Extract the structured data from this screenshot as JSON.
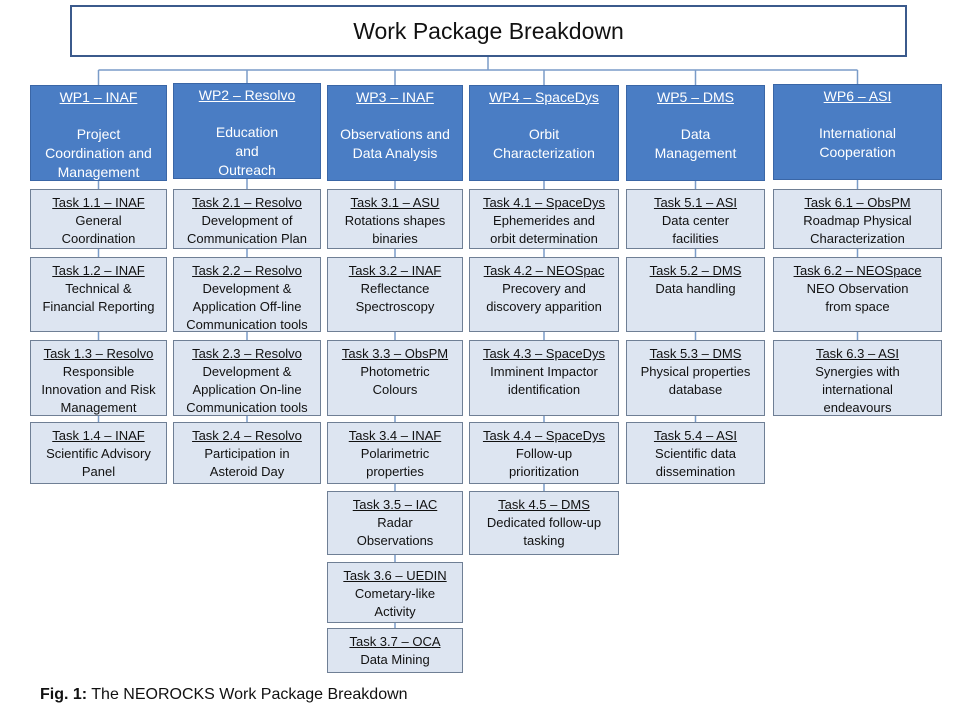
{
  "title": "Work Package Breakdown",
  "caption": {
    "label": "Fig. 1:",
    "text": "The NEOROCKS Work Package Breakdown"
  },
  "colors": {
    "wp_fill": "#4a7dc4",
    "task_fill": "#dde5f1",
    "connector": "#7a9cc8"
  },
  "work_packages": [
    {
      "code": "WP1 – INAF",
      "name": "Project\nCoordination and\nManagement",
      "tasks": [
        {
          "code": "Task 1.1 – INAF",
          "desc": "General\nCoordination"
        },
        {
          "code": "Task 1.2 – INAF",
          "desc": "Technical &\nFinancial Reporting"
        },
        {
          "code": "Task 1.3 – Resolvo",
          "desc": "Responsible\nInnovation and Risk\nManagement"
        },
        {
          "code": "Task 1.4 – INAF",
          "desc": "Scientific Advisory\nPanel"
        }
      ]
    },
    {
      "code": "WP2 – Resolvo",
      "name": "Education\nand\nOutreach",
      "tasks": [
        {
          "code": "Task 2.1 – Resolvo",
          "desc": "Development of\nCommunication Plan"
        },
        {
          "code": "Task 2.2 – Resolvo",
          "desc": "Development &\nApplication Off-line\nCommunication tools"
        },
        {
          "code": "Task 2.3 – Resolvo",
          "desc": "Development &\nApplication On-line\nCommunication tools"
        },
        {
          "code": "Task 2.4 – Resolvo",
          "desc": "Participation in\nAsteroid Day"
        }
      ]
    },
    {
      "code": "WP3 – INAF",
      "name": "Observations and\nData Analysis",
      "tasks": [
        {
          "code": "Task 3.1 – ASU",
          "desc": "Rotations shapes\nbinaries"
        },
        {
          "code": "Task 3.2 – INAF",
          "desc": "Reflectance\nSpectroscopy"
        },
        {
          "code": "Task 3.3 – ObsPM",
          "desc": "Photometric\nColours"
        },
        {
          "code": "Task 3.4 – INAF",
          "desc": "Polarimetric\nproperties"
        },
        {
          "code": "Task 3.5 – IAC",
          "desc": "Radar\nObservations"
        },
        {
          "code": "Task 3.6 – UEDIN",
          "desc": "Cometary-like\nActivity"
        },
        {
          "code": "Task 3.7 – OCA",
          "desc": "Data Mining"
        }
      ]
    },
    {
      "code": "WP4 – SpaceDys",
      "name": "Orbit\nCharacterization",
      "tasks": [
        {
          "code": "Task 4.1 – SpaceDys",
          "desc": "Ephemerides and\norbit determination"
        },
        {
          "code": "Task 4.2 – NEOSpac",
          "desc": "Precovery and\ndiscovery apparition"
        },
        {
          "code": "Task 4.3 – SpaceDys",
          "desc": "Imminent Impactor\nidentification"
        },
        {
          "code": "Task 4.4 – SpaceDys",
          "desc": "Follow-up\nprioritization"
        },
        {
          "code": "Task 4.5 – DMS",
          "desc": "Dedicated follow-up\ntasking"
        }
      ]
    },
    {
      "code": "WP5 – DMS",
      "name": "Data\nManagement",
      "tasks": [
        {
          "code": "Task 5.1 – ASI",
          "desc": "Data center\nfacilities"
        },
        {
          "code": "Task 5.2 – DMS",
          "desc": "Data handling"
        },
        {
          "code": "Task 5.3 – DMS",
          "desc": "Physical properties\ndatabase"
        },
        {
          "code": "Task 5.4 – ASI",
          "desc": "Scientific data\ndissemination"
        }
      ]
    },
    {
      "code": "WP6 – ASI",
      "name": "International\nCooperation",
      "tasks": [
        {
          "code": "Task 6.1 – ObsPM",
          "desc": "Roadmap Physical\nCharacterization"
        },
        {
          "code": "Task 6.2 – NEOSpace",
          "desc": "NEO Observation\nfrom space"
        },
        {
          "code": "Task 6.3 – ASI",
          "desc": "Synergies with\ninternational\nendeavours"
        }
      ]
    }
  ]
}
